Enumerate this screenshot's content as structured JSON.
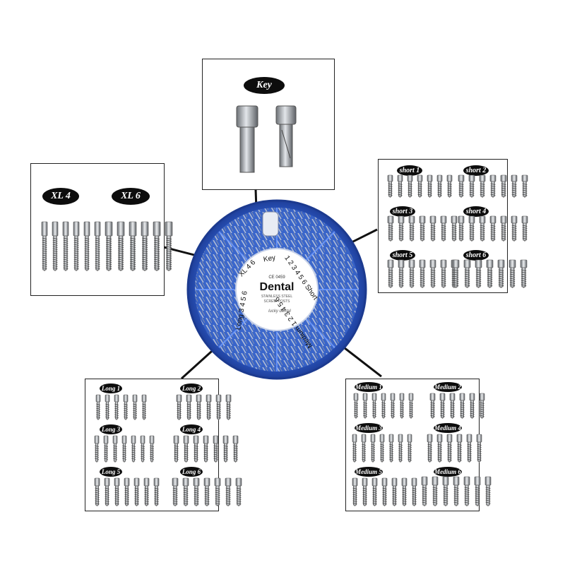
{
  "panels": {
    "key": {
      "label": "Key"
    },
    "xl": {
      "labels": [
        "XL 4",
        "XL 6"
      ]
    },
    "short": {
      "labels": [
        "short 1",
        "short 2",
        "short 3",
        "short 4",
        "short 5",
        "short 6"
      ]
    },
    "long": {
      "labels": [
        "Long 1",
        "Long 2",
        "Long 3",
        "Long 4",
        "Long 5",
        "Long 6"
      ]
    },
    "medium": {
      "labels": [
        "Medium 1",
        "Medium 2",
        "Medium 3",
        "Medium 4",
        "Medium 5",
        "Medium 6"
      ]
    }
  },
  "wheel": {
    "brand": "Dental",
    "ce_mark": "CE 0459",
    "subtitle_1": "STAINLESS STEEL",
    "subtitle_2": "SCREW POSTS",
    "maker": "lucky dental",
    "ring_labels": {
      "key": "Key",
      "xl": "XL 4 6",
      "short": "1 2 3 4 5 6 Short",
      "medium": "Medium 1 2 3 4 5 6",
      "long": "Long 3 4 5 6"
    },
    "colors": {
      "outer": "#2f5fcf",
      "inner": "#4678e8",
      "dark": "#1f3f9a"
    }
  }
}
